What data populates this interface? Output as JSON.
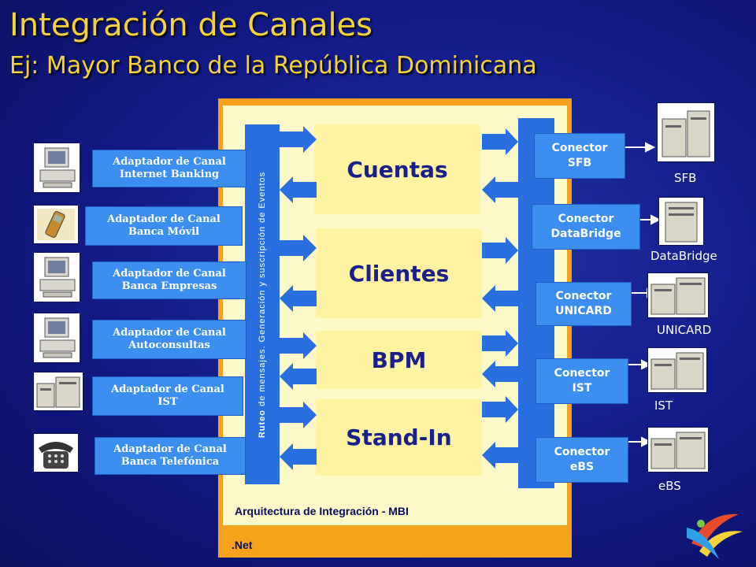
{
  "title": "Integración de Canales",
  "subtitle": "Ej: Mayor Banco de la República Dominicana",
  "net_label": ".Net",
  "mbi_label": "Arquitectura de Integración - MBI",
  "bus_left": {
    "bold": "Ruteo",
    "rest": " de mensajes. Generación y suscripción de Eventos"
  },
  "services": [
    "Cuentas",
    "Clientes",
    "BPM",
    "Stand-In"
  ],
  "adapters": [
    {
      "line1": "Adaptador de Canal",
      "line2": "Internet Banking",
      "icon": "computer-icon"
    },
    {
      "line1": "Adaptador de Canal",
      "line2": "Banca Móvil",
      "icon": "mobile-phone-icon"
    },
    {
      "line1": "Adaptador de Canal",
      "line2": "Banca Empresas",
      "icon": "computer-icon"
    },
    {
      "line1": "Adaptador de Canal",
      "line2": "Autoconsultas",
      "icon": "computer-icon"
    },
    {
      "line1": "Adaptador de Canal",
      "line2": "IST",
      "icon": "server-icon"
    },
    {
      "line1": "Adaptador de Canal",
      "line2": "Banca Telefónica",
      "icon": "telephone-icon"
    }
  ],
  "connectors": [
    {
      "line1": "Conector",
      "line2": "SFB",
      "system": "SFB"
    },
    {
      "line1": "Conector",
      "line2": "DataBridge",
      "system": "DataBridge"
    },
    {
      "line1": "Conector",
      "line2": "UNICARD",
      "system": "UNICARD"
    },
    {
      "line1": "Conector",
      "line2": "IST",
      "system": "IST"
    },
    {
      "line1": "Conector",
      "line2": "eBS",
      "system": "eBS"
    }
  ],
  "colors": {
    "title": "#f4d23a",
    "background": "#121a86",
    "net": "#f7a21b",
    "mbi": "#fdf8c8",
    "bus": "#2a6fe0",
    "adapter": "#3c8ef0",
    "service": "#fdf3a0"
  }
}
